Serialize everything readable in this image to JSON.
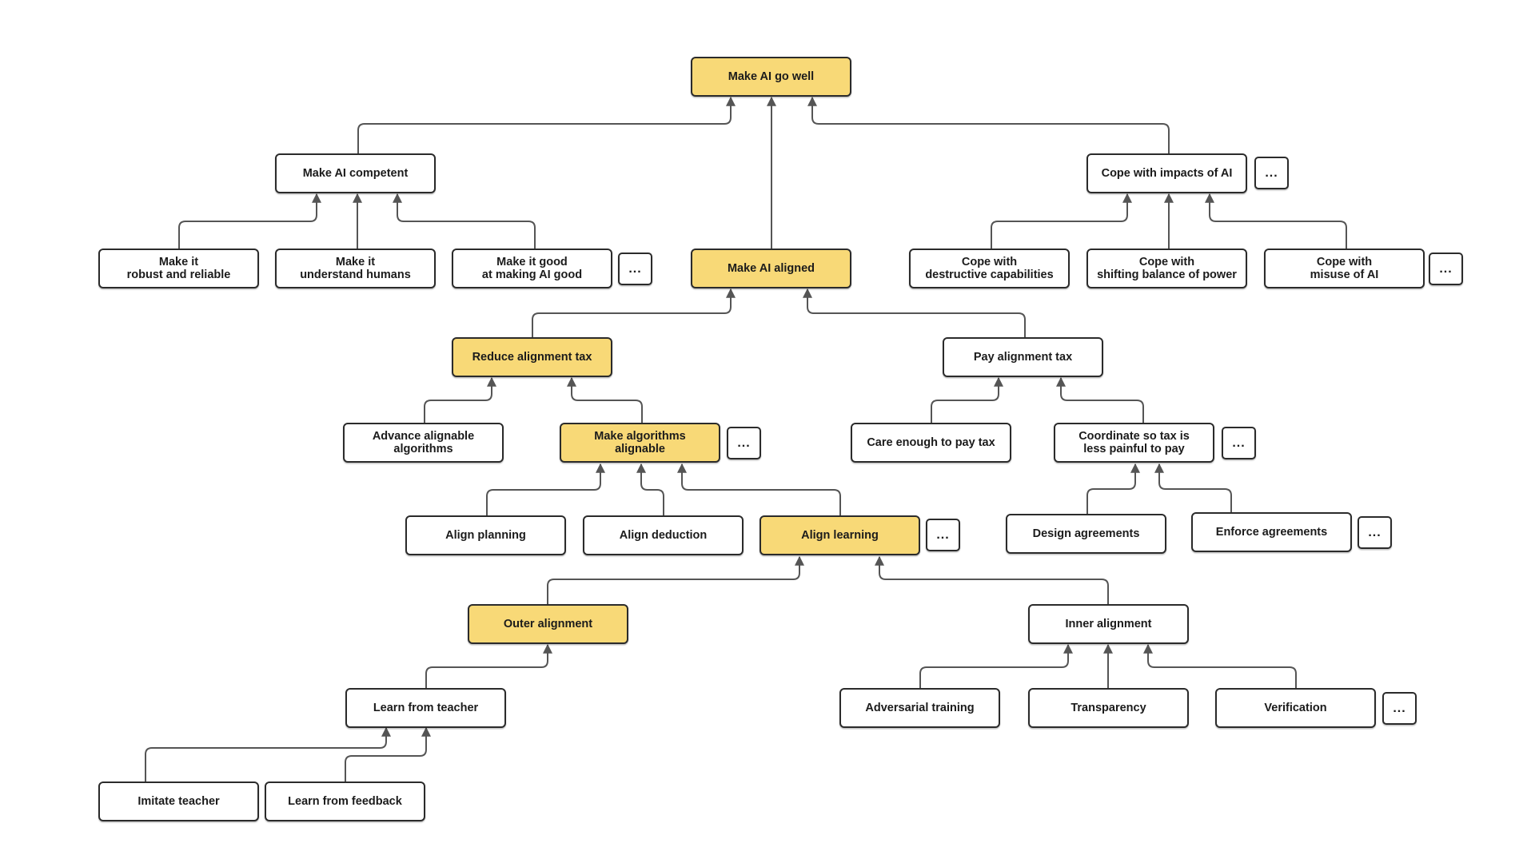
{
  "colors": {
    "highlight": "#f8d977",
    "box": "#ffffff",
    "border": "#2b2b2b",
    "connector": "#555555"
  },
  "more_label": "...",
  "nodes": {
    "root": "Make AI go well",
    "competent": "Make AI competent",
    "robust": "Make it\nrobust and reliable",
    "understand": "Make it\nunderstand humans",
    "good": "Make it good\nat making AI good",
    "aligned": "Make AI aligned",
    "impacts": "Cope with impacts of AI",
    "destructive": "Cope with\ndestructive capabilities",
    "power": "Cope with\nshifting balance of power",
    "misuse": "Cope with\nmisuse of AI",
    "reduce_tax": "Reduce alignment tax",
    "pay_tax": "Pay alignment tax",
    "advance": "Advance alignable\nalgorithms",
    "make_alignable": "Make algorithms\nalignable",
    "care": "Care enough to pay tax",
    "coordinate": "Coordinate so tax is\nless painful to pay",
    "planning": "Align planning",
    "deduction": "Align deduction",
    "learning": "Align learning",
    "design": "Design agreements",
    "enforce": "Enforce agreements",
    "outer": "Outer alignment",
    "inner": "Inner alignment",
    "teacher": "Learn from teacher",
    "adversarial": "Adversarial training",
    "transparency": "Transparency",
    "verification": "Verification",
    "imitate": "Imitate teacher",
    "feedback": "Learn from feedback"
  }
}
